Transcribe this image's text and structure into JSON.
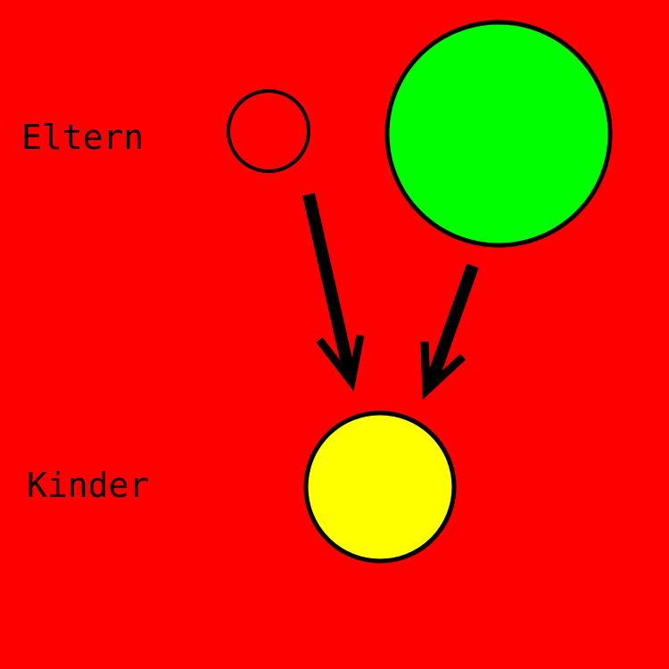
{
  "background_color": "#ff0000",
  "labels": {
    "parents": "Eltern",
    "children": "Kinder"
  },
  "nodes": [
    {
      "id": "parent-small",
      "fill": "#ff0000",
      "stroke": "#000000"
    },
    {
      "id": "parent-large",
      "fill": "#00ff00",
      "stroke": "#000000"
    },
    {
      "id": "child",
      "fill": "#ffff00",
      "stroke": "#000000"
    }
  ],
  "edges": [
    {
      "from": "parent-small",
      "to": "child",
      "color": "#000000"
    },
    {
      "from": "parent-large",
      "to": "child",
      "color": "#000000"
    }
  ]
}
